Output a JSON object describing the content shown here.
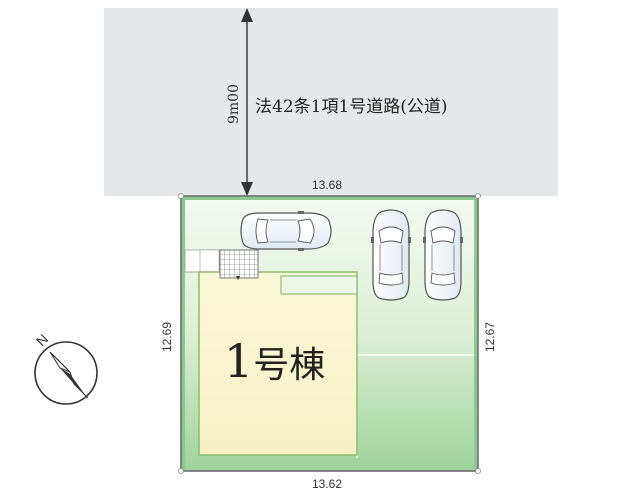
{
  "road": {
    "label": "法42条1項1号道路(公道)",
    "width": "9m00"
  },
  "lot": {
    "top_dimension": "13.68",
    "bottom_dimension": "13.62",
    "left_dimension": "12.69",
    "right_dimension": "12.67"
  },
  "building": {
    "number": "1",
    "suffix": "号棟"
  },
  "compass": {
    "north_label": "N"
  },
  "colors": {
    "road": "#e6e7e8",
    "lot_fill": "#e3f2dd",
    "green_strip": "#8cc98f",
    "building": "#fbf8d9",
    "building_outline": "#8fbf6f",
    "boundary": "#6d6e71"
  },
  "parking": {
    "cars": 3
  }
}
